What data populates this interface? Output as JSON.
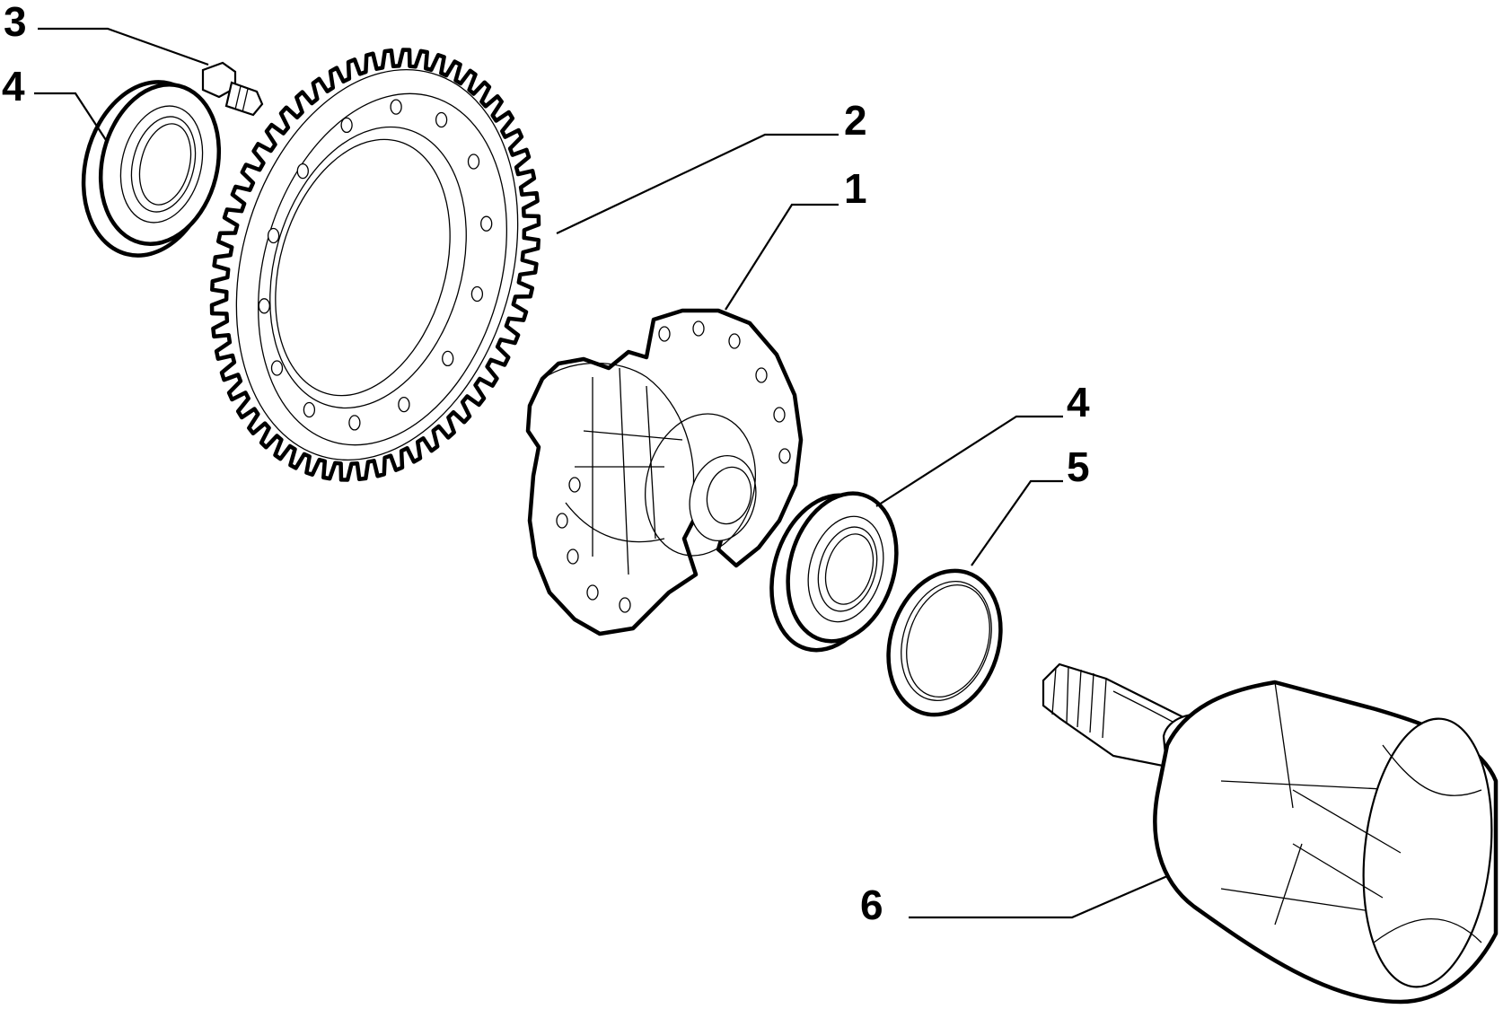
{
  "diagram": {
    "type": "exploded-parts-view",
    "colors": {
      "line": "#000000",
      "background": "#ffffff"
    },
    "callouts": [
      {
        "id": "callout-3",
        "label": "3"
      },
      {
        "id": "callout-4a",
        "label": "4"
      },
      {
        "id": "callout-2",
        "label": "2"
      },
      {
        "id": "callout-1",
        "label": "1"
      },
      {
        "id": "callout-4b",
        "label": "4"
      },
      {
        "id": "callout-5",
        "label": "5"
      },
      {
        "id": "callout-6",
        "label": "6"
      }
    ]
  }
}
